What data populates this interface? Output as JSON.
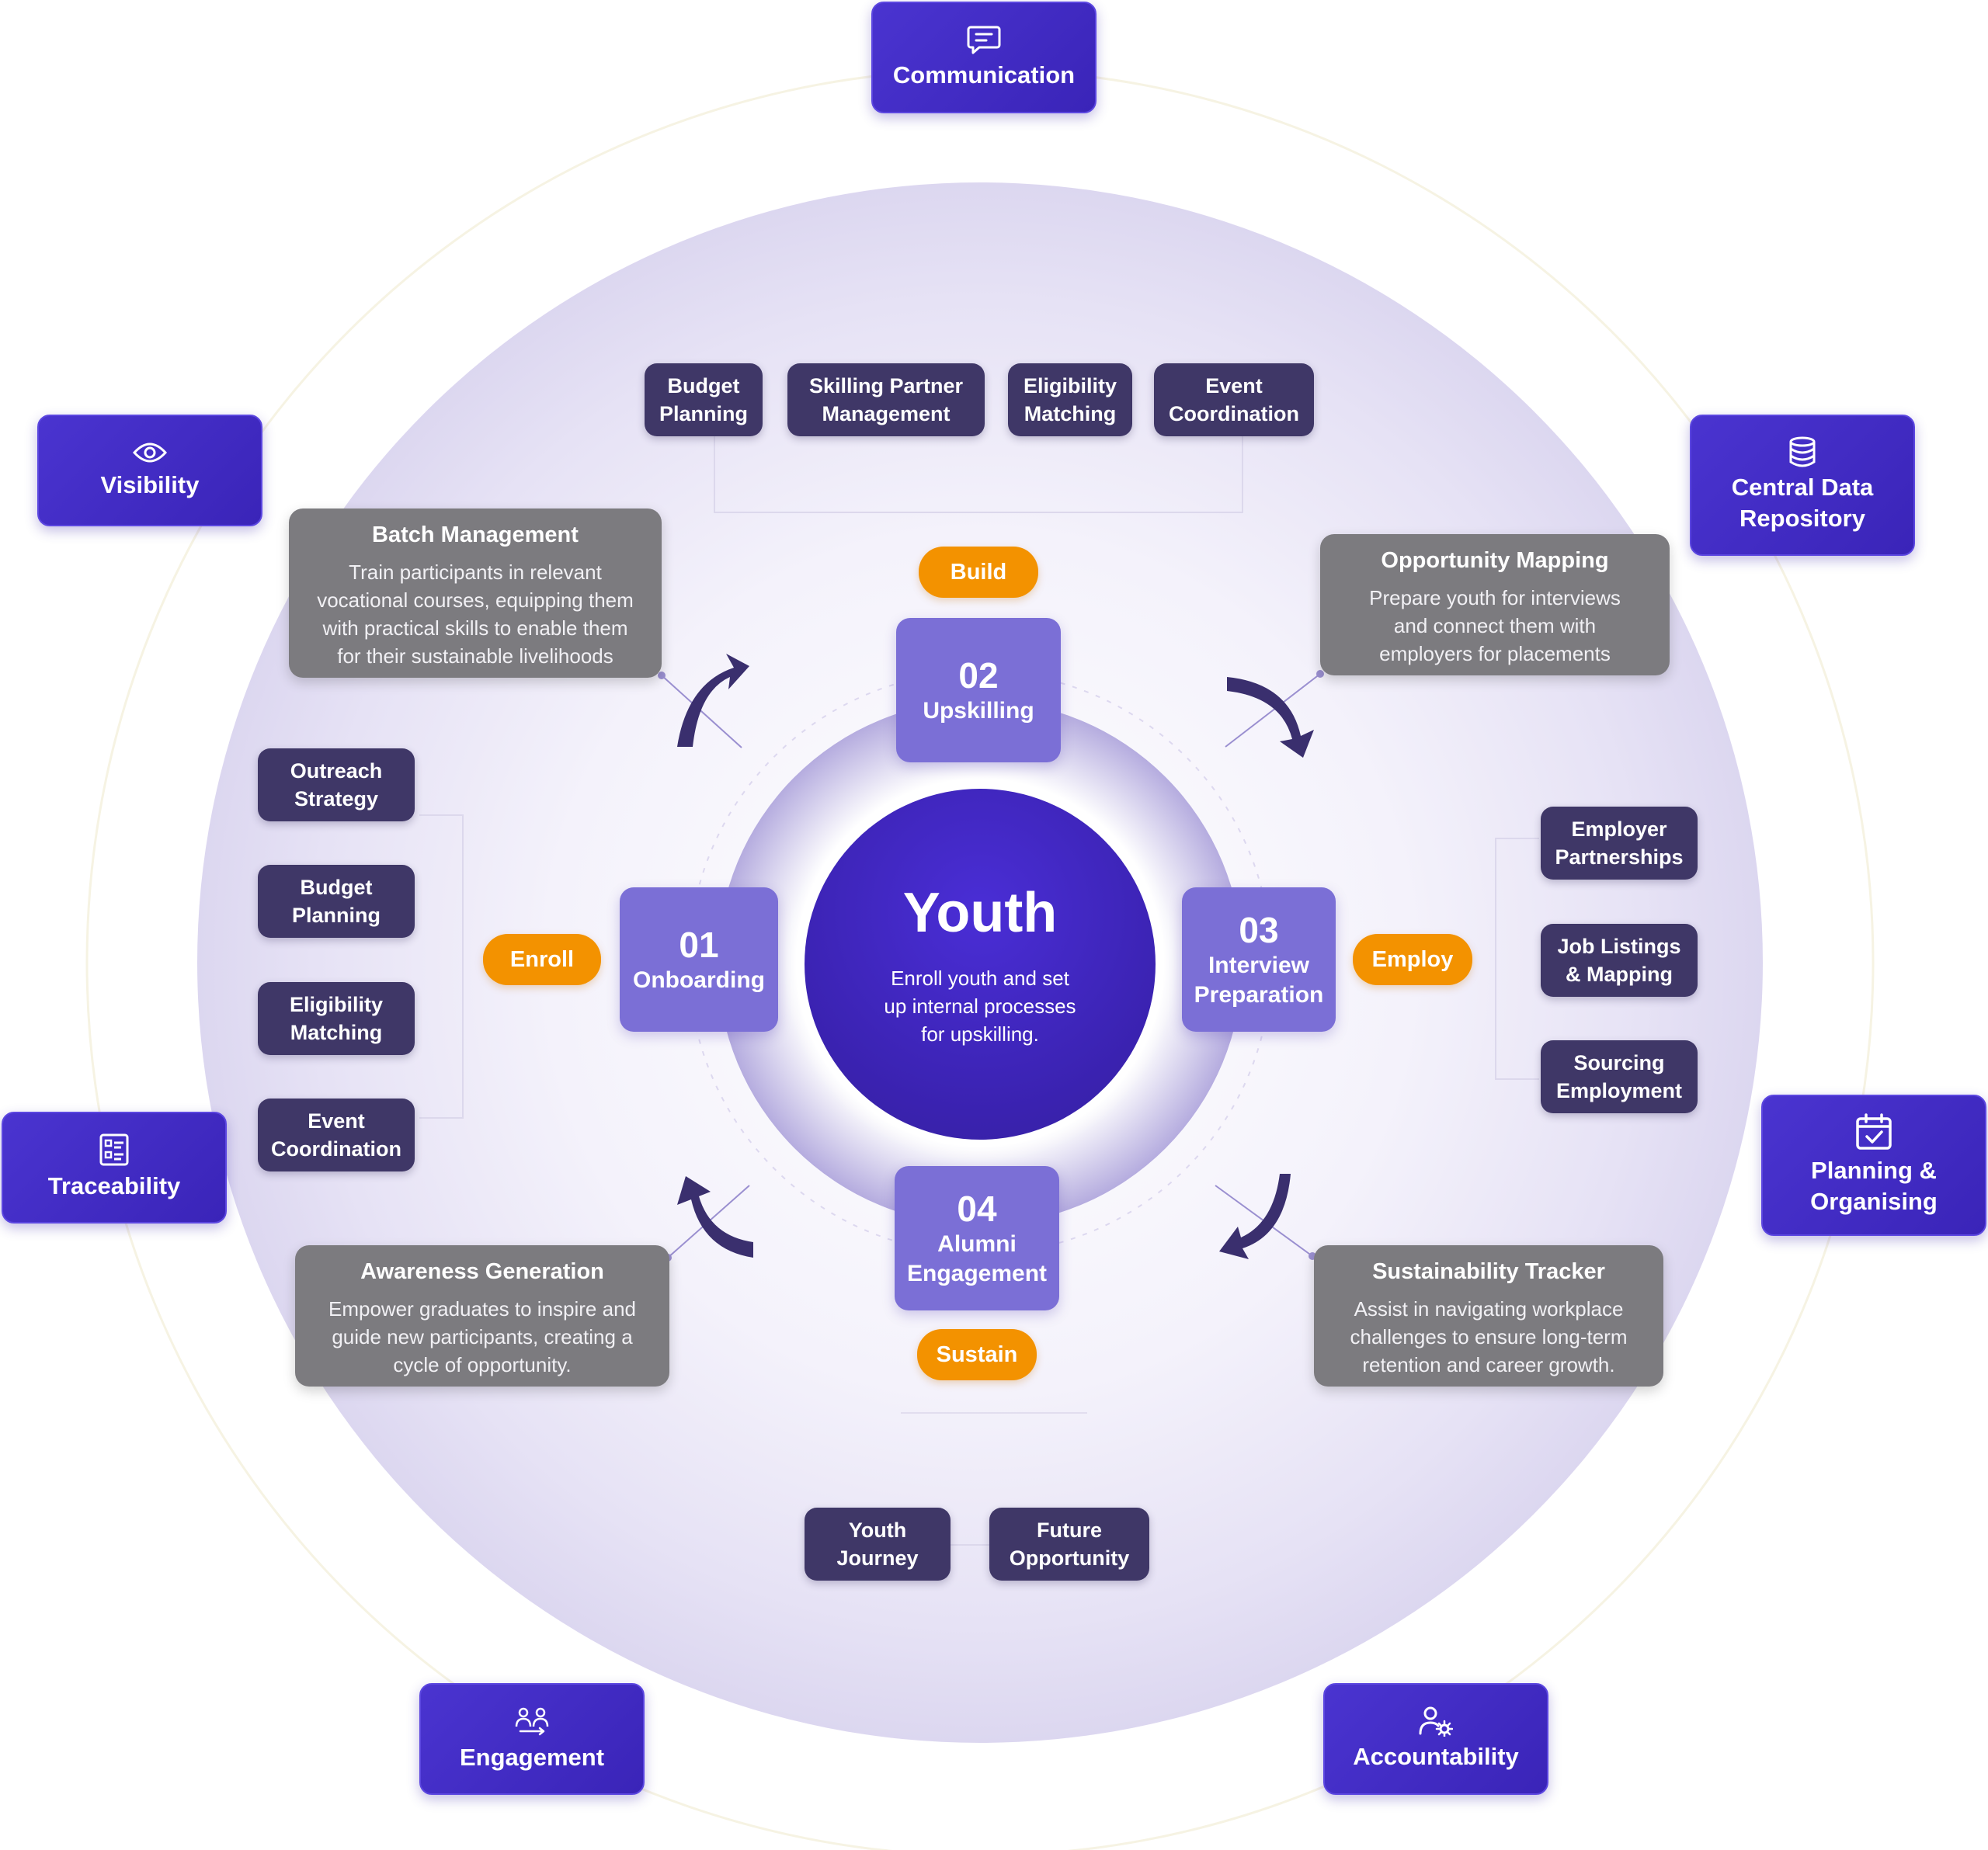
{
  "hub": {
    "title": "Youth",
    "subtitle": "Enroll youth and set\nup internal processes\nfor upskilling."
  },
  "stages": {
    "onboarding": {
      "number": "01",
      "label": "Onboarding",
      "tag": "Enroll"
    },
    "upskilling": {
      "number": "02",
      "label": "Upskilling",
      "tag": "Build"
    },
    "interview": {
      "number": "03",
      "label": "Interview\nPreparation",
      "tag": "Employ"
    },
    "alumni": {
      "number": "04",
      "label": "Alumni\nEngagement",
      "tag": "Sustain"
    }
  },
  "descriptions": {
    "batch": {
      "title": "Batch Management",
      "text": "Train participants in relevant\nvocational courses, equipping them\nwith practical skills to enable them\nfor their sustainable livelihoods"
    },
    "opportunity": {
      "title": "Opportunity Mapping",
      "text": "Prepare youth for interviews\nand connect them with\nemployers for placements"
    },
    "awareness": {
      "title": "Awareness Generation",
      "text": "Empower graduates to inspire and\nguide new participants, creating a\ncycle of opportunity."
    },
    "sustainability": {
      "title": "Sustainability Tracker",
      "text": "Assist in navigating workplace\nchallenges to ensure long-term\nretention and career growth."
    }
  },
  "top_items": [
    "Budget\nPlanning",
    "Skilling Partner\nManagement",
    "Eligibility\nMatching",
    "Event\nCoordination"
  ],
  "left_items": [
    "Outreach\nStrategy",
    "Budget\nPlanning",
    "Eligibility\nMatching",
    "Event\nCoordination"
  ],
  "right_items": [
    "Employer\nPartnerships",
    "Job Listings\n& Mapping",
    "Sourcing\nEmployment"
  ],
  "bottom_items": [
    "Youth\nJourney",
    "Future\nOpportunity"
  ],
  "outer": {
    "communication": {
      "label": "Communication",
      "icon": "chat-icon"
    },
    "visibility": {
      "label": "Visibility",
      "icon": "eye-icon"
    },
    "central_data": {
      "label": "Central Data\nRepository",
      "icon": "database-icon"
    },
    "traceability": {
      "label": "Traceability",
      "icon": "checklist-icon"
    },
    "planning": {
      "label": "Planning &\nOrganising",
      "icon": "calendar-check-icon"
    },
    "engagement": {
      "label": "Engagement",
      "icon": "people-exchange-icon"
    },
    "accountability": {
      "label": "Accountability",
      "icon": "user-gear-icon"
    }
  },
  "colors": {
    "outer_box": "#3a24b8",
    "stage_box": "#7b6fd6",
    "tag": "#f39200",
    "pill": "#3f3767",
    "description": "#7c7b7f",
    "hub": "#3a22b0",
    "arrow": "#3a2f6e"
  }
}
